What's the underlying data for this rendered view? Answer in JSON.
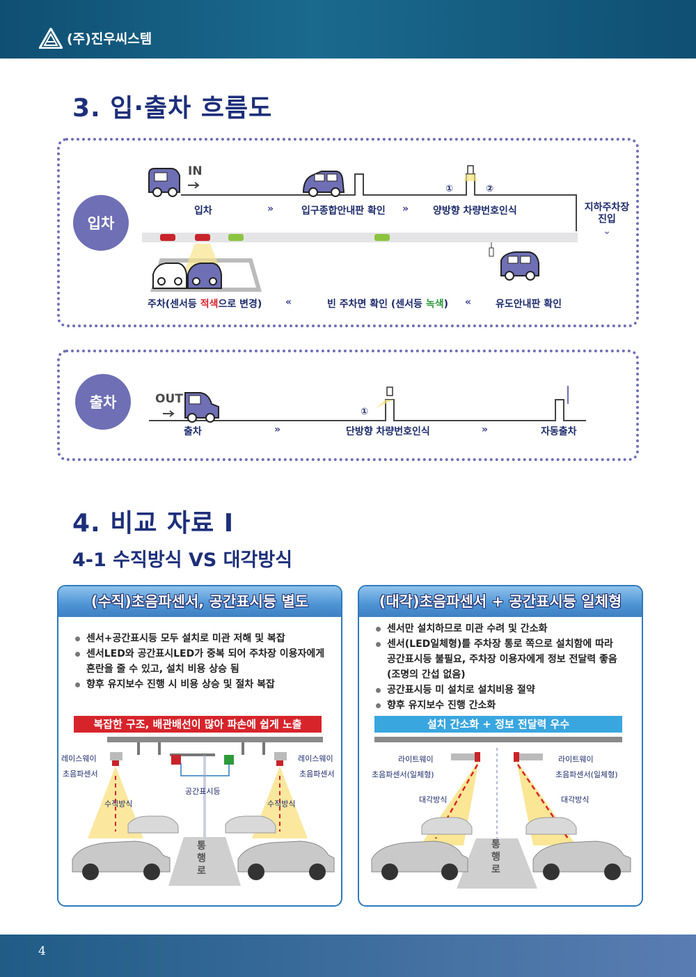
{
  "header": {
    "company": "(주)진우씨스템"
  },
  "section3": {
    "title": "3. 입·출차 흐름도",
    "entry": {
      "circle": "입차",
      "in_label": "IN",
      "steps_top": [
        "입차",
        "입구종합안내판 확인",
        "양방향 차량번호인식"
      ],
      "side_label_line1": "지하주차장",
      "side_label_line2": "진입",
      "num1": "①",
      "num2": "②",
      "park_prefix": "주차(센서등 ",
      "park_red": "적색",
      "park_suffix": "으로 변경)",
      "empty_prefix": "빈 주차면 확인 (센서등 ",
      "empty_green": "녹색",
      "empty_suffix": ")",
      "guide": "유도안내판 확인",
      "arrow_fwd": "»",
      "arrow_back": "«"
    },
    "exit": {
      "circle": "출차",
      "out_label": "OUT",
      "steps": [
        "출차",
        "단방향 차량번호인식",
        "자동출차"
      ],
      "num1": "①"
    }
  },
  "section4": {
    "title": "4. 비교 자료 I",
    "subtitle": "4-1 수직방식 VS 대각방식",
    "left": {
      "title": "(수직)초음파센서, 공간표시등 별도",
      "bullets": [
        "센서+공간표시등 모두 설치로 미관 저해 및 복잡",
        "센서LED와 공간표시LED가 중복 되어 주차장 이용자에게",
        "혼란을 줄 수 있고, 설치 비용 상승 됨",
        "향후 유지보수 진행 시 비용 상승 및 절차 복잡"
      ],
      "banner": "복잡한 구조, 배관배선이 많아 파손에 쉽게 노출",
      "raceway_l": "레이스웨이",
      "sensor_l": "초음파센서",
      "raceway_r": "레이스웨이",
      "sensor_r": "초음파센서",
      "space_light": "공간표시등",
      "method_l": "수직방식",
      "method_r": "수직방식",
      "lane": [
        "통",
        "행",
        "로"
      ]
    },
    "right": {
      "title": "(대각)초음파센서 + 공간표시등 일체형",
      "bullets": [
        "센서만 설치하므로 미관 수려 및 간소화",
        "센서(LED일체형)를 주차장 통로 쪽으로 설치함에 따라",
        "공간표시등 불필요, 주차장 이용자에게 정보 전달력 좋음",
        "(조명의 간섭 없음)",
        "공간표시등 미 설치로 설치비용 절약",
        "향후 유지보수 진행 간소화"
      ],
      "banner": "설치 간소화 + 정보 전달력 우수",
      "light_l": "라이트웨이",
      "sensor_l": "초음파센서(일체형)",
      "light_r": "라이트웨이",
      "sensor_r": "초음파센서(일체형)",
      "method_l": "대각방식",
      "method_r": "대각방식",
      "lane": [
        "통",
        "행",
        "로"
      ]
    }
  },
  "footer": {
    "page": "4"
  },
  "colors": {
    "primary": "#1d2f7a",
    "accent": "#6e6fb5",
    "topbar": "#0f4f73",
    "sensor_red": "#d9232d",
    "sensor_green": "#2e9b3a"
  }
}
